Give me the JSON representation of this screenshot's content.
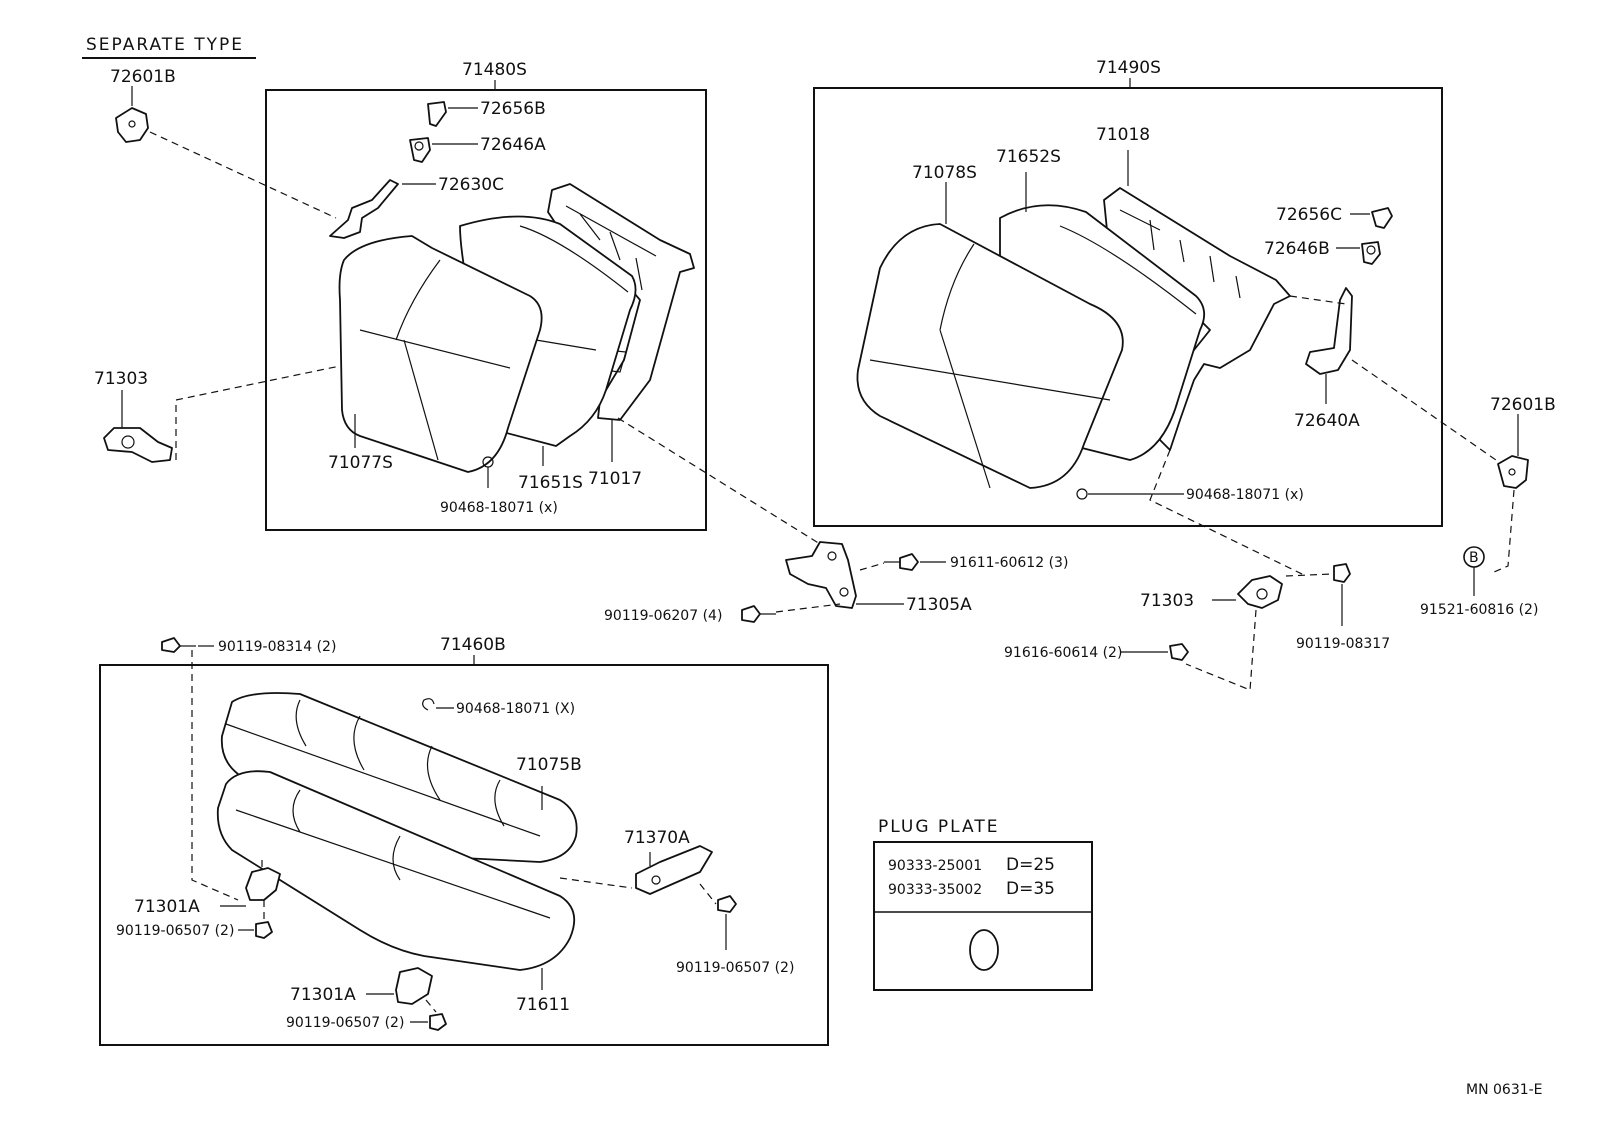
{
  "header": {
    "title": "SEPARATE TYPE"
  },
  "footer": {
    "code": "MN 0631-E"
  },
  "assemblies": {
    "left_back": "71480S",
    "right_back": "71490S",
    "cushion": "71460B"
  },
  "left_back_parts": {
    "p72656B": "72656B",
    "p72646A": "72646A",
    "p72630C": "72630C",
    "p71077S": "71077S",
    "p71651S": "71651S",
    "p71017": "71017",
    "p90468": "90468-18071 (x)"
  },
  "right_back_parts": {
    "p71078S": "71078S",
    "p71652S": "71652S",
    "p71018": "71018",
    "p72656C": "72656C",
    "p72646B": "72646B",
    "p72640A": "72640A",
    "p90468": "90468-18071 (x)"
  },
  "outer_parts": {
    "p72601B_left": "72601B",
    "p71303_left": "71303",
    "p72601B_right": "72601B",
    "p91611": "91611-60612 (3)",
    "p71305A": "71305A",
    "p90119_06207": "90119-06207 (4)",
    "p71303_right": "71303",
    "p91616": "91616-60614 (2)",
    "p90119_08317": "90119-08317",
    "p91521": "91521-60816 (2)",
    "b_marker": "B",
    "p90119_08314": "90119-08314 (2)"
  },
  "cushion_parts": {
    "p90468": "90468-18071 (X)",
    "p71075B": "71075B",
    "p71370A": "71370A",
    "p71301A_top": "71301A",
    "p90119_06507_top": "90119-06507 (2)",
    "p71301A_bottom": "71301A",
    "p90119_06507_bottom": "90119-06507 (2)",
    "p71611": "71611",
    "p90119_06507_right": "90119-06507 (2)"
  },
  "plug_plate": {
    "title": "PLUG PLATE",
    "rows": [
      {
        "part": "90333-25001",
        "size": "D=25"
      },
      {
        "part": "90333-35002",
        "size": "D=35"
      }
    ]
  }
}
